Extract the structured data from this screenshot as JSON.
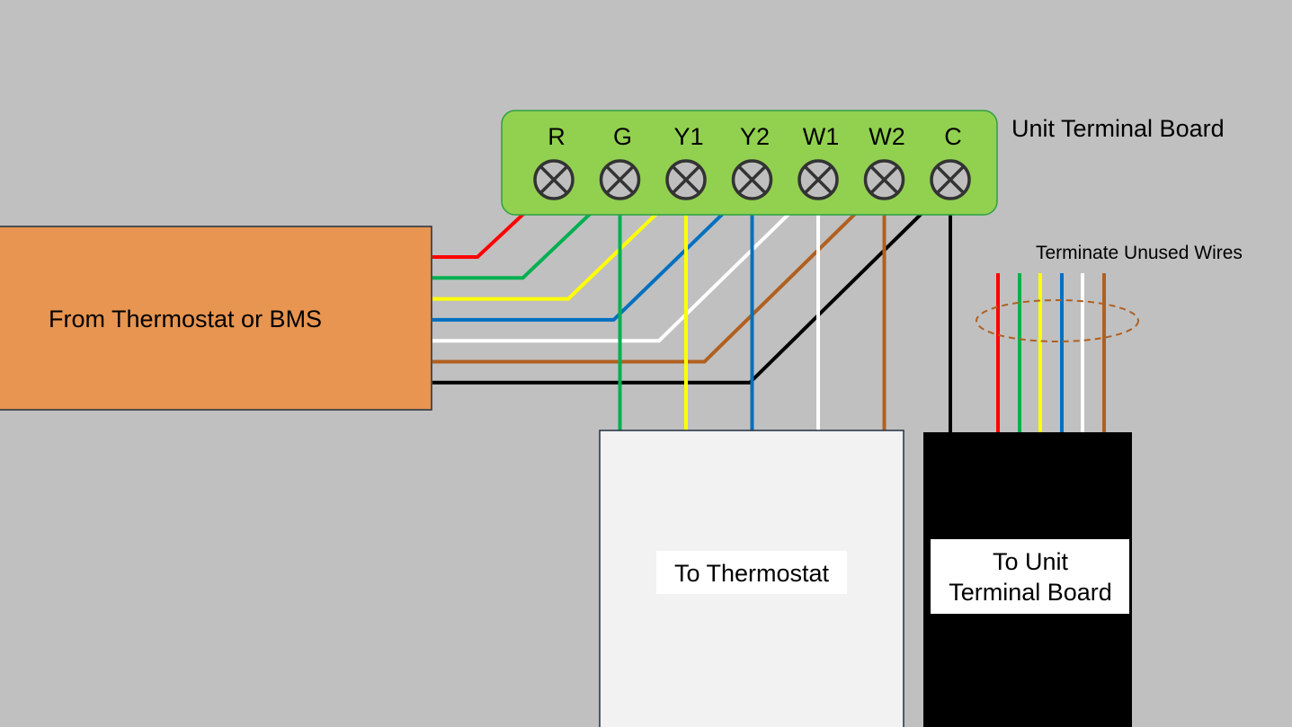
{
  "colors": {
    "background": "#c0c0c0",
    "board_fill": "#92d050",
    "board_stroke": "#2ea043",
    "source_box_fill": "#e79550",
    "thermostat_box_fill": "#f2f2f2",
    "unit_box_fill": "#000000",
    "label_box_fill": "#ffffff"
  },
  "board": {
    "title": "Unit Terminal Board",
    "terminals": [
      {
        "label": "R",
        "wire_color": "#ff0000"
      },
      {
        "label": "G",
        "wire_color": "#00b050"
      },
      {
        "label": "Y1",
        "wire_color": "#ffff00"
      },
      {
        "label": "Y2",
        "wire_color": "#0070c0"
      },
      {
        "label": "W1",
        "wire_color": "#ffffff"
      },
      {
        "label": "W2",
        "wire_color": "#b06020"
      },
      {
        "label": "C",
        "wire_color": "#000000"
      }
    ]
  },
  "source_box": {
    "label": "From Thermostat or BMS"
  },
  "thermostat_box": {
    "label": "To Thermostat",
    "wire_terminals": [
      "G",
      "Y1",
      "Y2",
      "W1",
      "W2"
    ]
  },
  "unit_box": {
    "label_line1": "To Unit",
    "label_line2": "Terminal Board",
    "wire_terminals": [
      "C"
    ]
  },
  "unused_wires": {
    "label": "Terminate Unused Wires",
    "colors": [
      "#ff0000",
      "#00b050",
      "#ffff00",
      "#0070c0",
      "#ffffff",
      "#b06020"
    ],
    "loop_color": "#b06020"
  }
}
